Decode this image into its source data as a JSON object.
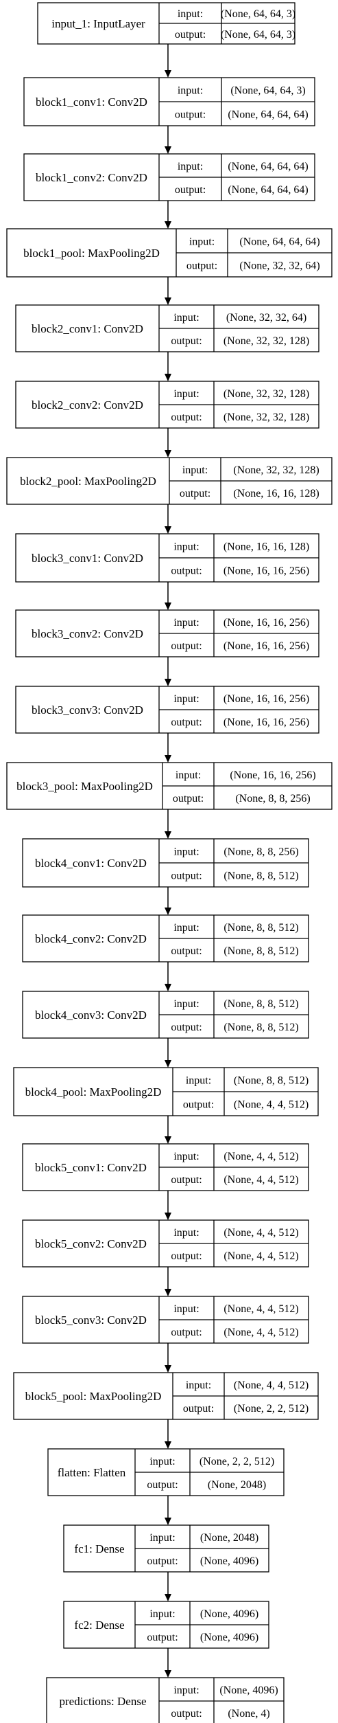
{
  "diagram": {
    "input_label": "input:",
    "output_label": "output:",
    "layers": [
      {
        "name": "input_1: InputLayer",
        "input": "(None, 64, 64, 3)",
        "output": "(None, 64, 64, 3)"
      },
      {
        "name": "block1_conv1: Conv2D",
        "input": "(None, 64, 64, 3)",
        "output": "(None, 64, 64, 64)"
      },
      {
        "name": "block1_conv2: Conv2D",
        "input": "(None, 64, 64, 64)",
        "output": "(None, 64, 64, 64)"
      },
      {
        "name": "block1_pool: MaxPooling2D",
        "input": "(None, 64, 64, 64)",
        "output": "(None, 32, 32, 64)"
      },
      {
        "name": "block2_conv1: Conv2D",
        "input": "(None, 32, 32, 64)",
        "output": "(None, 32, 32, 128)"
      },
      {
        "name": "block2_conv2: Conv2D",
        "input": "(None, 32, 32, 128)",
        "output": "(None, 32, 32, 128)"
      },
      {
        "name": "block2_pool: MaxPooling2D",
        "input": "(None, 32, 32, 128)",
        "output": "(None, 16, 16, 128)"
      },
      {
        "name": "block3_conv1: Conv2D",
        "input": "(None, 16, 16, 128)",
        "output": "(None, 16, 16, 256)"
      },
      {
        "name": "block3_conv2: Conv2D",
        "input": "(None, 16, 16, 256)",
        "output": "(None, 16, 16, 256)"
      },
      {
        "name": "block3_conv3: Conv2D",
        "input": "(None, 16, 16, 256)",
        "output": "(None, 16, 16, 256)"
      },
      {
        "name": "block3_pool: MaxPooling2D",
        "input": "(None, 16, 16, 256)",
        "output": "(None, 8, 8, 256)"
      },
      {
        "name": "block4_conv1: Conv2D",
        "input": "(None, 8, 8, 256)",
        "output": "(None, 8, 8, 512)"
      },
      {
        "name": "block4_conv2: Conv2D",
        "input": "(None, 8, 8, 512)",
        "output": "(None, 8, 8, 512)"
      },
      {
        "name": "block4_conv3: Conv2D",
        "input": "(None, 8, 8, 512)",
        "output": "(None, 8, 8, 512)"
      },
      {
        "name": "block4_pool: MaxPooling2D",
        "input": "(None, 8, 8, 512)",
        "output": "(None, 4, 4, 512)"
      },
      {
        "name": "block5_conv1: Conv2D",
        "input": "(None, 4, 4, 512)",
        "output": "(None, 4, 4, 512)"
      },
      {
        "name": "block5_conv2: Conv2D",
        "input": "(None, 4, 4, 512)",
        "output": "(None, 4, 4, 512)"
      },
      {
        "name": "block5_conv3: Conv2D",
        "input": "(None, 4, 4, 512)",
        "output": "(None, 4, 4, 512)"
      },
      {
        "name": "block5_pool: MaxPooling2D",
        "input": "(None, 4, 4, 512)",
        "output": "(None, 2, 2, 512)"
      },
      {
        "name": "flatten: Flatten",
        "input": "(None, 2, 2, 512)",
        "output": "(None, 2048)"
      },
      {
        "name": "fc1: Dense",
        "input": "(None, 2048)",
        "output": "(None, 4096)"
      },
      {
        "name": "fc2: Dense",
        "input": "(None, 4096)",
        "output": "(None, 4096)"
      },
      {
        "name": "predictions: Dense",
        "input": "(None, 4096)",
        "output": "(None, 4)"
      }
    ]
  }
}
